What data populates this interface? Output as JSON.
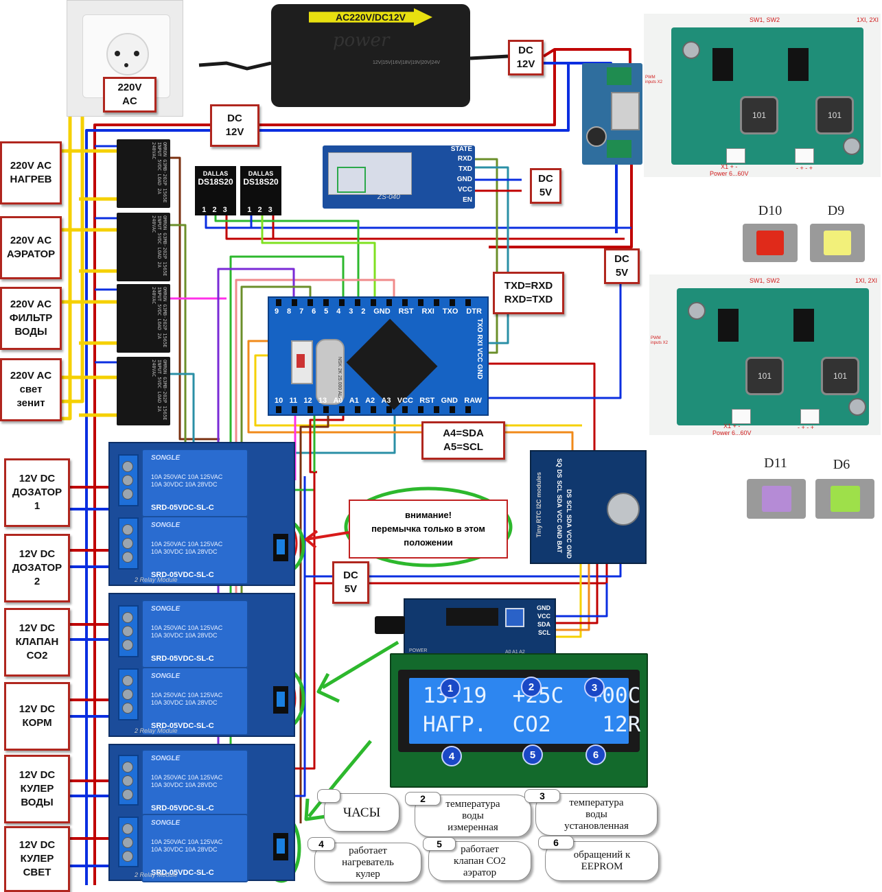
{
  "ac_socket": {
    "label": "220V\nAC"
  },
  "psu": {
    "arrow_text": "AC220V/DC12V",
    "brand": "power",
    "voltages": "12V|15V|16V|18V|19V|20V|24V"
  },
  "dc_labels": {
    "psu_out": "DC\n12V",
    "bus_12v": "DC\n12V",
    "bt_5v": "DC\n5V",
    "right_5v": "DC\n5V",
    "relay_5v": "DC\n5V"
  },
  "ac_loads": [
    {
      "label": "220V AC\nНАГРЕВ"
    },
    {
      "label": "220V AC\nАЭРАТОР"
    },
    {
      "label": "220V AC\nФИЛЬТР\nВОДЫ"
    },
    {
      "label": "220V AC\nсвет\nзенит"
    }
  ],
  "dc_loads": [
    {
      "label": "12V DC\nДОЗАТОР\n1"
    },
    {
      "label": "12V DC\nДОЗАТОР\n2"
    },
    {
      "label": "12V DC\nКЛАПАН\nCO2"
    },
    {
      "label": "12V DC\nКОРМ"
    },
    {
      "label": "12V DC\nКУЛЕР\nВОДЫ"
    },
    {
      "label": "12V DC\nКУЛЕР\nСВЕТ"
    }
  ],
  "ssr_text": "OMRON G3MB-202P 1565E INPUT 5VDC LOAD 2A 240VAC",
  "sensors": [
    {
      "brand": "DALLAS",
      "model": "DS18S20",
      "pins": "1 2 3"
    },
    {
      "brand": "DALLAS",
      "model": "DS18S20",
      "pins": "1 2 3"
    }
  ],
  "bt_module": {
    "name": "ZS-040",
    "pins": [
      "STATE",
      "RXD",
      "TXD",
      "GND",
      "VCC",
      "EN"
    ]
  },
  "uart_note": "TXD=RXD\nRXD=TXD",
  "i2c_note": "A4=SDA\nA5=SCL",
  "arduino": {
    "top_pins": [
      "9",
      "8",
      "7",
      "6",
      "5",
      "4",
      "3",
      "2",
      "GND",
      "RST",
      "RXI",
      "TXO",
      "DTR"
    ],
    "bottom_pins": [
      "10",
      "11",
      "12",
      "13",
      "A0",
      "A1",
      "A2",
      "A3",
      "VCC",
      "RST",
      "GND",
      "RAW"
    ],
    "right_pins": "TXO RXI VCC GND",
    "crystal_text": "NSK 2K 25.000 ALA",
    "rst_text": "RST"
  },
  "relay_modules": [
    {
      "caption": "2 Relay Module",
      "relay_model": "SRD-05VDC-SL-C",
      "relay_brand": "SONGLE",
      "ratings": "10A 250VAC 10A 125VAC\n10A 30VDC 10A 28VDC"
    },
    {
      "caption": "2 Relay Module",
      "relay_model": "SRD-05VDC-SL-C",
      "relay_brand": "SONGLE",
      "ratings": "10A 250VAC 10A 125VAC\n10A 30VDC 10A 28VDC"
    },
    {
      "caption": "2 Relay Module",
      "relay_model": "SRD-05VDC-SL-C",
      "relay_brand": "SONGLE",
      "ratings": "10A 250VAC 10A 125VAC\n10A 30VDC 10A 28VDC"
    }
  ],
  "warning": "внимание!\nперемычка только в этом\nположении",
  "rtc": {
    "name": "Tiny RTC",
    "subtitle": "I2C modules",
    "top_pins": [
      "SQ",
      "DS",
      "SCL",
      "SDA",
      "VCC",
      "GND",
      "BAT"
    ],
    "bottom_pins": [
      "DS",
      "SCL",
      "SDA",
      "VCC",
      "GND"
    ]
  },
  "i2c_backpack": {
    "pins": [
      "GND",
      "VCC",
      "SDA",
      "SCL"
    ],
    "power": "POWER",
    "address": "A0 A1 A2"
  },
  "lcd": {
    "line1": "13:19  +25C  +00C",
    "line2": "НАГР.  CO2    12R"
  },
  "legend": [
    {
      "num": "",
      "text": "ЧАСЫ"
    },
    {
      "num": "2",
      "text": "температура\nводы\nизмеренная"
    },
    {
      "num": "3",
      "text": "температура\nводы\nустановленная"
    },
    {
      "num": "4",
      "text": "работает\nнагреватель\nкулер"
    },
    {
      "num": "5",
      "text": "работает\nклапан CO2\nаэратор"
    },
    {
      "num": "6",
      "text": "обращений к\nEEPROM"
    }
  ],
  "badges": [
    "1",
    "2",
    "3",
    "4",
    "5",
    "6"
  ],
  "led_drivers": [
    {
      "sw_label": "SW1, SW2",
      "x_label": "1XI, 2XI",
      "pwm": "PWM\ninputs X2",
      "power": "X1 + -\nPower 6...60V",
      "out": "- + - +",
      "coil": "101"
    },
    {
      "sw_label": "SW1, SW2",
      "x_label": "1XI, 2XI",
      "pwm": "PWM\ninputs X2",
      "power": "X1 + -\nPower 6...60V",
      "out": "- + - +",
      "coil": "101"
    }
  ],
  "leds": [
    {
      "label": "D10",
      "color": "#e02a1a"
    },
    {
      "label": "D9",
      "color": "#f2f07a"
    },
    {
      "label": "D11",
      "color": "#b58bd6"
    },
    {
      "label": "D6",
      "color": "#9ee04a"
    }
  ],
  "colors": {
    "red": "#c00000",
    "blue": "#0a2ee0",
    "yellow": "#f5d000",
    "green": "#2db82d",
    "lime": "#7fe020",
    "purple": "#7a2ad6",
    "magenta": "#ff30e8",
    "orange": "#f08a1a",
    "teal": "#2a8fa6",
    "olive": "#6b8f2a",
    "brown": "#7a3010",
    "pink": "#f08a8a",
    "darkolive": "#4f6a1f"
  }
}
